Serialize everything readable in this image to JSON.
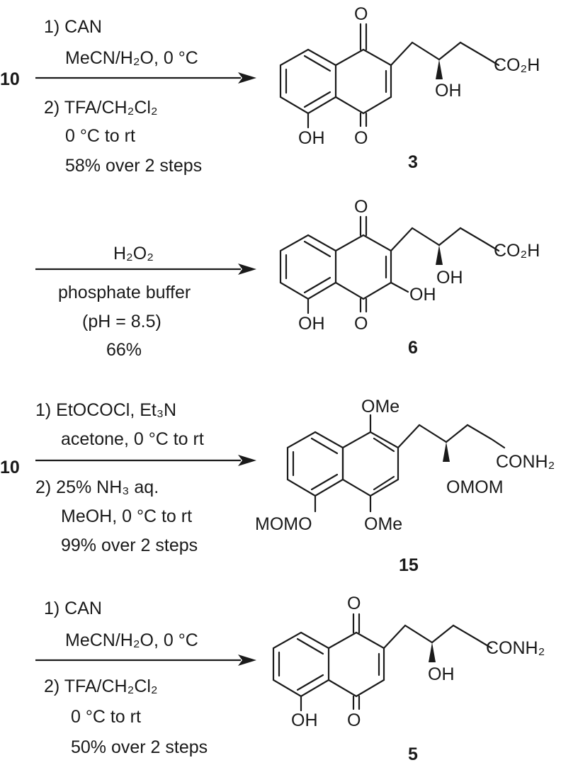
{
  "scheme": {
    "reactions": [
      {
        "starting_material": "10",
        "conditions_above": [
          "1) CAN",
          "MeCN/H₂O, 0 °C"
        ],
        "conditions_below": [
          "2) TFA/CH₂Cl₂",
          "0 °C to rt",
          "58% over 2 steps"
        ],
        "product": {
          "label": "3",
          "groups": {
            "o1": "O",
            "o2": "O",
            "oh_ring": "OH",
            "oh_chain": "OH",
            "terminal": "CO₂H"
          }
        }
      },
      {
        "starting_material": "",
        "conditions_above": [
          "H₂O₂"
        ],
        "conditions_below": [
          "phosphate buffer",
          "(pH = 8.5)",
          "66%"
        ],
        "product": {
          "label": "6",
          "groups": {
            "o1": "O",
            "o2": "O",
            "oh_ring": "OH",
            "oh_c3": "OH",
            "oh_chain": "OH",
            "terminal": "CO₂H"
          }
        }
      },
      {
        "starting_material": "10",
        "conditions_above": [
          "1) EtOCOCl, Et₃N",
          "acetone, 0 °C to rt"
        ],
        "conditions_below": [
          "2) 25% NH₃ aq.",
          "MeOH, 0 °C to rt",
          "99% over 2 steps"
        ],
        "product": {
          "label": "15",
          "groups": {
            "ome1": "OMe",
            "ome4": "OMe",
            "momo": "MOMO",
            "omom": "OMOM",
            "terminal": "CONH₂"
          }
        }
      },
      {
        "starting_material": "",
        "conditions_above": [
          "1) CAN",
          "MeCN/H₂O, 0 °C"
        ],
        "conditions_below": [
          "2) TFA/CH₂Cl₂",
          "0 °C to rt",
          "50% over 2 steps"
        ],
        "product": {
          "label": "5",
          "groups": {
            "o1": "O",
            "o2": "O",
            "oh_ring": "OH",
            "oh_chain": "OH",
            "terminal": "CONH₂"
          }
        }
      }
    ]
  }
}
